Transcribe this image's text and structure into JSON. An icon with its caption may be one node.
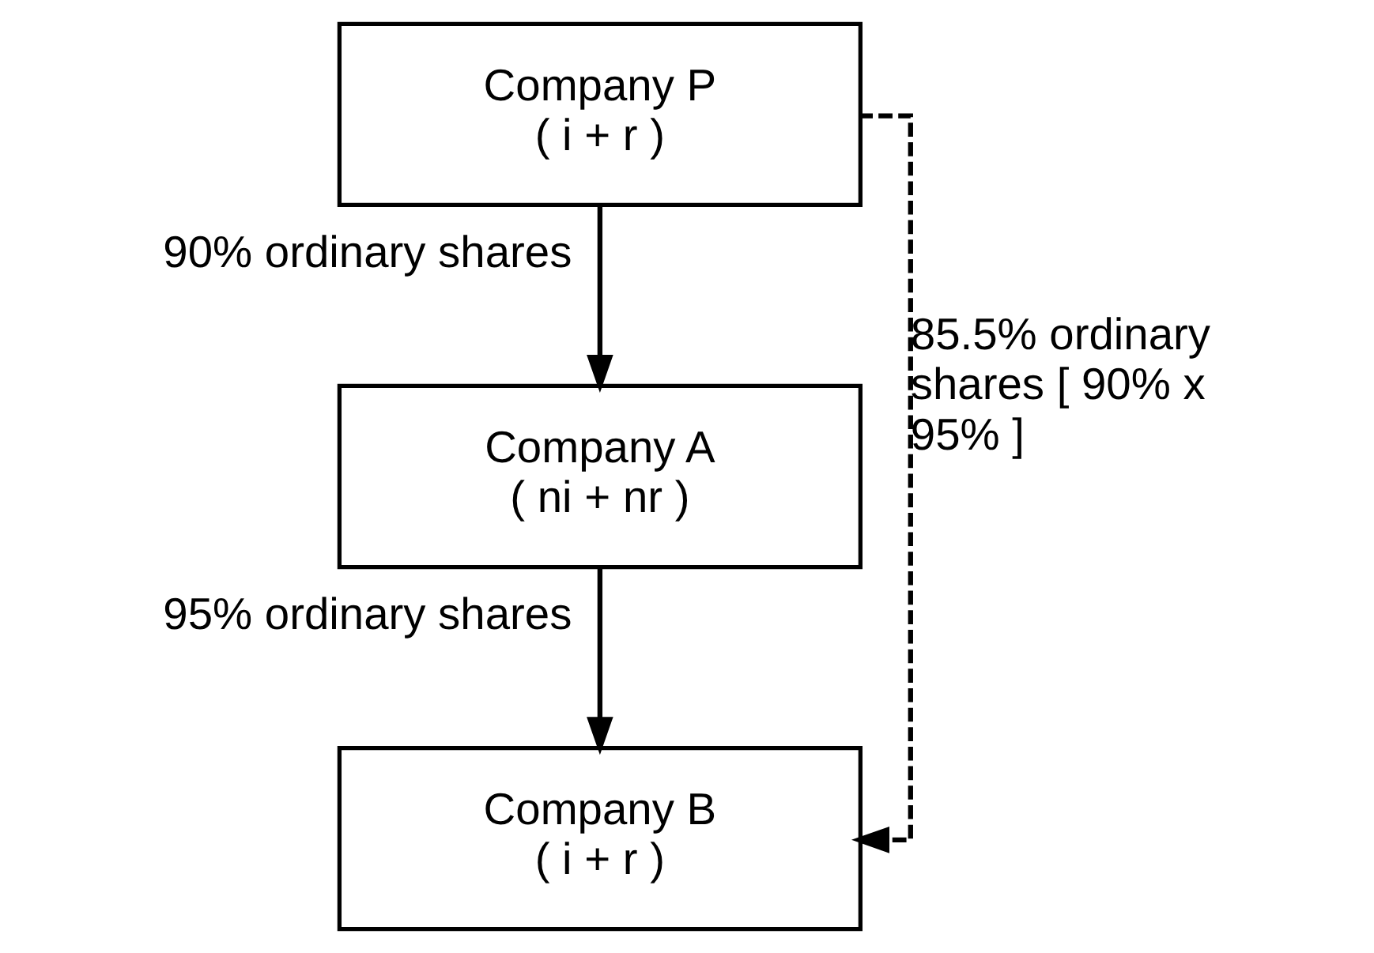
{
  "diagram": {
    "nodes": [
      {
        "text": [
          "Company P",
          "( i + r )"
        ]
      },
      {
        "text": [
          "Company A",
          "( ni + nr )"
        ]
      },
      {
        "text": [
          "Company B",
          "( i + r )"
        ]
      }
    ],
    "edges": [
      {
        "from": 0,
        "to": 1,
        "arrow": "to",
        "label": "90% ordinary shares"
      },
      {
        "from": 1,
        "to": 2,
        "arrow": "to",
        "label": "95% ordinary shares"
      },
      {
        "from": 0,
        "to": 2,
        "arrow": "to",
        "label": "85.5% ordinary shares [ 90% x 95% ]",
        "style": "dashed"
      }
    ]
  }
}
